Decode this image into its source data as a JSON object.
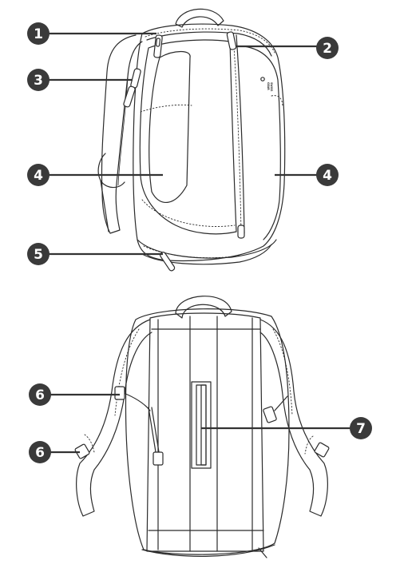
{
  "callouts": {
    "c1": "1",
    "c2": "2",
    "c3": "3",
    "c4_left": "4",
    "c4_right": "4",
    "c5": "5",
    "c6_upper": "6",
    "c6_lower": "6",
    "c7": "7"
  },
  "logo": {
    "line1": "SWISS",
    "line2": "GEAR"
  },
  "colors": {
    "badge": "#3a3a3a",
    "line": "#2b2b2b",
    "background": "#ffffff"
  }
}
